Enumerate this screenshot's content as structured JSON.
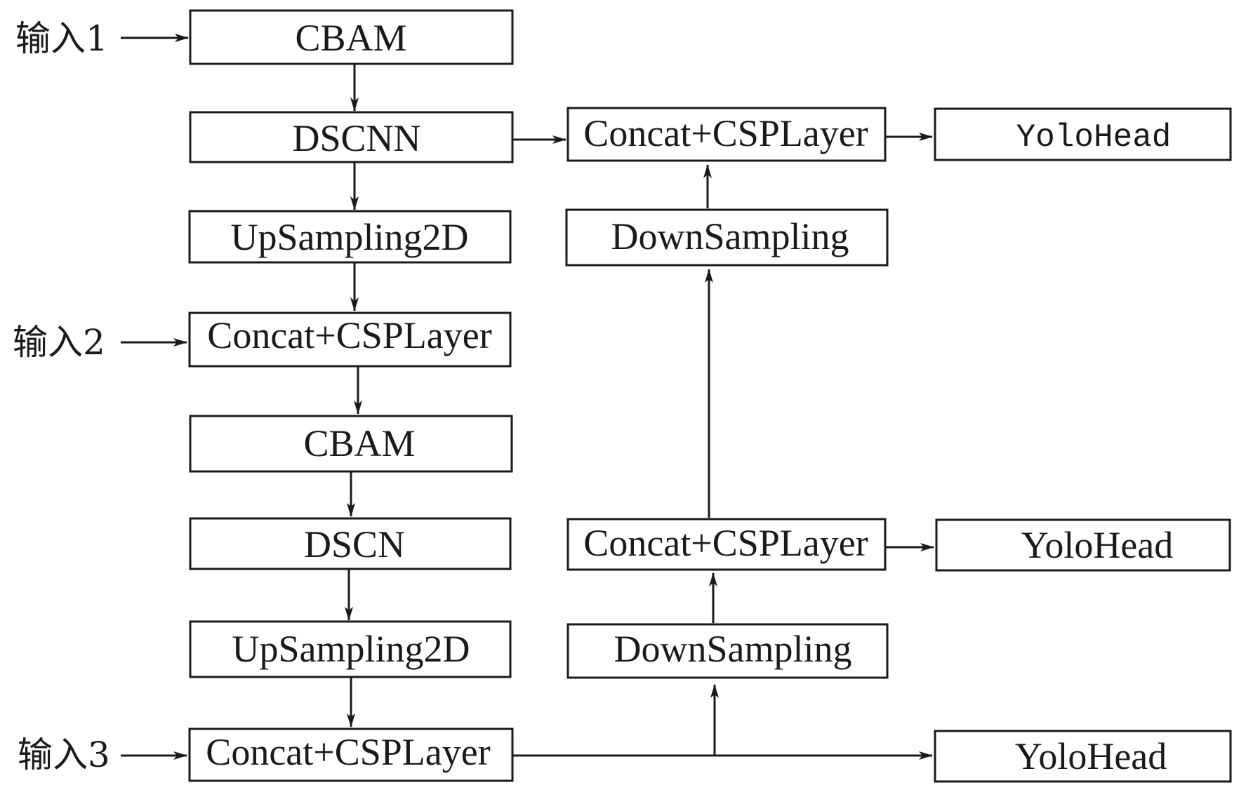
{
  "diagram": {
    "inputs": [
      {
        "id": "in1",
        "label": "输入1"
      },
      {
        "id": "in2",
        "label": "输入2"
      },
      {
        "id": "in3",
        "label": "输入3"
      }
    ],
    "nodes": [
      {
        "id": "cbam1",
        "label": "CBAM"
      },
      {
        "id": "dscnn",
        "label": "DSCNN"
      },
      {
        "id": "up1",
        "label": "UpSampling2D"
      },
      {
        "id": "cc_in2",
        "label": "Concat+CSPLayer"
      },
      {
        "id": "cbam2",
        "label": "CBAM"
      },
      {
        "id": "dscn",
        "label": "DSCN"
      },
      {
        "id": "up2",
        "label": "UpSampling2D"
      },
      {
        "id": "cc_in3",
        "label": "Concat+CSPLayer"
      },
      {
        "id": "cc_top",
        "label": "Concat+CSPLayer"
      },
      {
        "id": "down1",
        "label": "DownSampling"
      },
      {
        "id": "cc_mid",
        "label": "Concat+CSPLayer"
      },
      {
        "id": "down2",
        "label": "DownSampling"
      },
      {
        "id": "head1",
        "label": "YoloHead"
      },
      {
        "id": "head2",
        "label": "YoloHead"
      },
      {
        "id": "head3",
        "label": "YoloHead"
      }
    ],
    "edges": [
      {
        "from": "in1",
        "to": "cbam1"
      },
      {
        "from": "cbam1",
        "to": "dscnn"
      },
      {
        "from": "dscnn",
        "to": "up1"
      },
      {
        "from": "up1",
        "to": "cc_in2"
      },
      {
        "from": "in2",
        "to": "cc_in2"
      },
      {
        "from": "cc_in2",
        "to": "cbam2"
      },
      {
        "from": "cbam2",
        "to": "dscn"
      },
      {
        "from": "dscn",
        "to": "up2"
      },
      {
        "from": "up2",
        "to": "cc_in3"
      },
      {
        "from": "in3",
        "to": "cc_in3"
      },
      {
        "from": "cc_in3",
        "to": "head3"
      },
      {
        "from": "cc_in3",
        "to": "down2"
      },
      {
        "from": "down2",
        "to": "cc_mid"
      },
      {
        "from": "cc_mid",
        "to": "head2"
      },
      {
        "from": "cc_mid",
        "to": "down1"
      },
      {
        "from": "down1",
        "to": "cc_top"
      },
      {
        "from": "dscnn",
        "to": "cc_top"
      },
      {
        "from": "cc_top",
        "to": "head1"
      }
    ]
  }
}
